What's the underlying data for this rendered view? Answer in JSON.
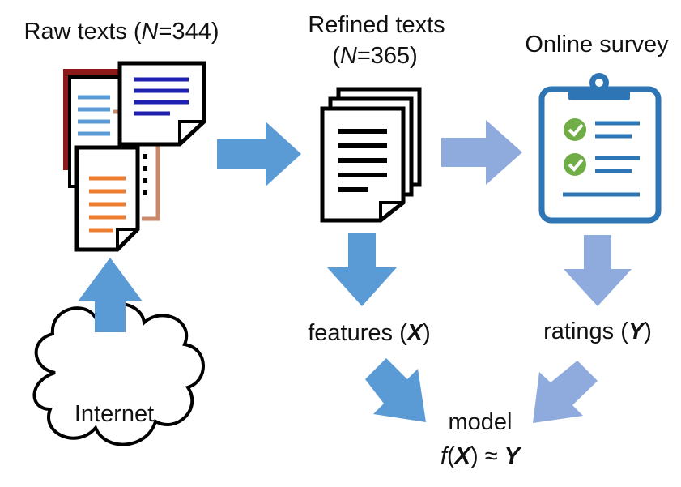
{
  "raw_texts": {
    "prefix": "Raw texts (",
    "n_symbol": "N",
    "suffix": "=344)"
  },
  "refined_texts": {
    "line1": "Refined texts",
    "n_open": "(",
    "n_symbol": "N",
    "suffix": "=365)"
  },
  "online_survey": {
    "label": "Online survey"
  },
  "internet": {
    "label": "Internet"
  },
  "features": {
    "prefix": "features (",
    "symbol": "X",
    "suffix": ")"
  },
  "ratings": {
    "prefix": "ratings (",
    "symbol": "Y",
    "suffix": ")"
  },
  "model": {
    "label": "model",
    "f": "f",
    "open": "(",
    "x": "X",
    "close_approx": ") ≈ ",
    "y": "Y"
  },
  "colors": {
    "arrow_dark": "#5B9BD5",
    "arrow_light": "#8FAADC",
    "clipboard": "#2E75B6",
    "check": "#70AD47",
    "orange": "#ED7D31",
    "navy": "#1F1FB0",
    "maroon": "#8B1A1A"
  }
}
